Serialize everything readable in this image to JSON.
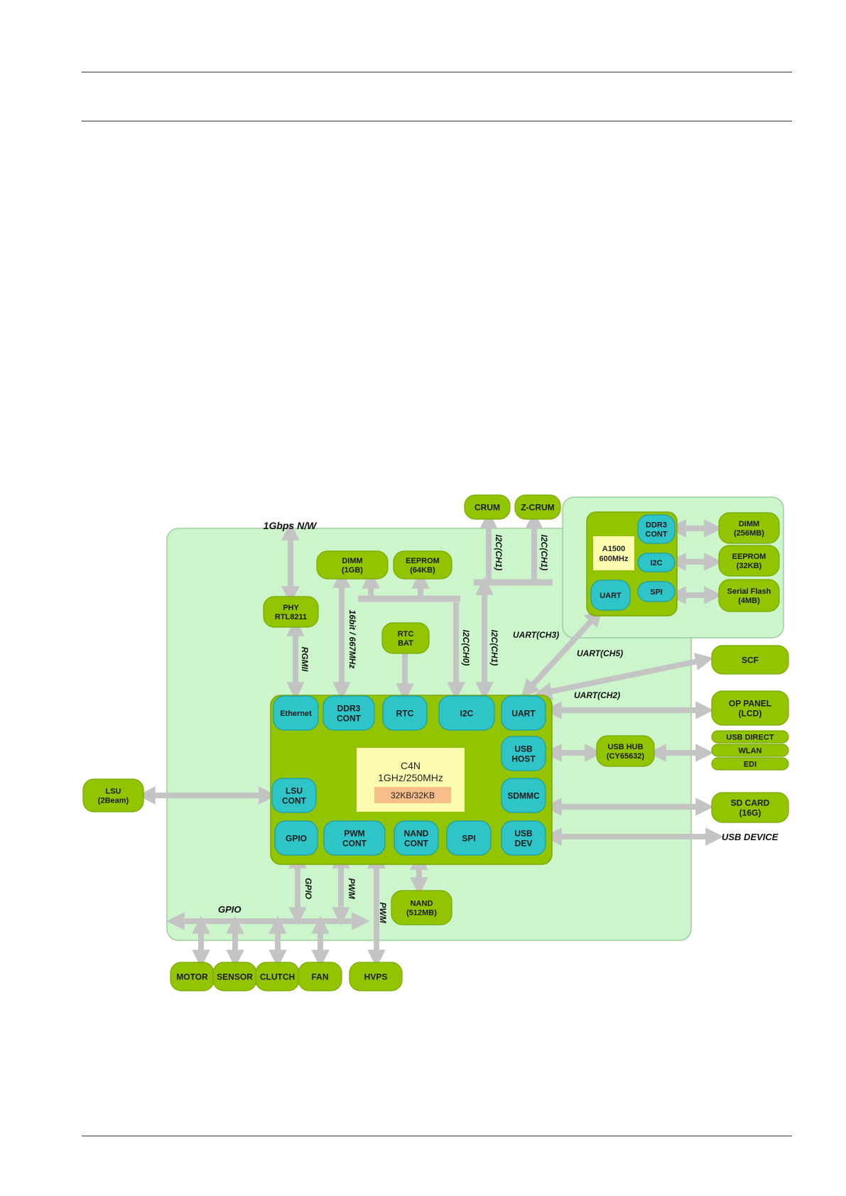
{
  "colors": {
    "board_fill": "#ccf5cc",
    "board_stroke": "#9ccf9c",
    "block_green": "#92c400",
    "block_stroke": "#7aa800",
    "block_cyan": "#2ec4c8",
    "cpu_yellow": "#fcfcb0",
    "cache_orange": "#f7bd8a",
    "arrow_gray": "#c4c4c4"
  },
  "main_soc": {
    "name": "C4N",
    "clock": "1GHz/250MHz",
    "cache": "32KB/32KB",
    "ports": {
      "ethernet": "Ethernet",
      "ddr3": [
        "DDR3",
        "CONT"
      ],
      "rtc": "RTC",
      "i2c": "I2C",
      "uart": "UART",
      "usb_host": [
        "USB",
        "HOST"
      ],
      "lsu_cont": [
        "LSU",
        "CONT"
      ],
      "sdmmc": "SDMMC",
      "gpio": "GPIO",
      "pwm": [
        "PWM",
        "CONT"
      ],
      "nand": [
        "NAND",
        "CONT"
      ],
      "spi": "SPI",
      "usb_dev": [
        "USB",
        "DEV"
      ]
    }
  },
  "sub_soc": {
    "name": "A1500",
    "clock": "600MHz",
    "ports": {
      "ddr3": [
        "DDR3",
        "CONT"
      ],
      "i2c": "I2C",
      "uart": "UART",
      "spi": "SPI"
    }
  },
  "devices": {
    "crum": "CRUM",
    "zcrum": "Z-CRUM",
    "dimm_main": [
      "DIMM",
      "(1GB)"
    ],
    "eeprom_main": [
      "EEPROM",
      "(64KB)"
    ],
    "phy": [
      "PHY",
      "RTL8211"
    ],
    "rtc_bat": [
      "RTC",
      "BAT"
    ],
    "dimm_sub": [
      "DIMM",
      "(256MB)"
    ],
    "eeprom_sub": [
      "EEPROM",
      "(32KB)"
    ],
    "serial_flash": [
      "Serial Flash",
      "(4MB)"
    ],
    "scf": "SCF",
    "op_panel": [
      "OP PANEL",
      "(LCD)"
    ],
    "usb_hub": [
      "USB HUB",
      "(CY65632)"
    ],
    "usb_direct": "USB DIRECT",
    "wlan": "WLAN",
    "edi": "EDI",
    "sd_card": [
      "SD CARD",
      "(16G)"
    ],
    "lsu": [
      "LSU",
      "(2Beam)"
    ],
    "nand": [
      "NAND",
      "(512MB)"
    ],
    "motor": "MOTOR",
    "sensor": "SENSOR",
    "clutch": "CLUTCH",
    "fan": "FAN",
    "hvps": "HVPS"
  },
  "labels": {
    "network": "1Gbps N/W",
    "rgmii": "RGMII",
    "ddr_bus": "16bit / 667MHz",
    "i2c_ch0": "I2C(CH0)",
    "i2c_ch1_a": "I2C(CH1)",
    "i2c_ch1_b": "I2C(CH1)",
    "i2c_ch1_c": "I2C(CH1)",
    "uart_ch3": "UART(CH3)",
    "uart_ch5": "UART(CH5)",
    "uart_ch2": "UART(CH2)",
    "usb_device": "USB DEVICE",
    "gpio_bus": "GPIO",
    "gpio_v": "GPIO",
    "pwm_a": "PWM",
    "pwm_b": "PWM"
  }
}
